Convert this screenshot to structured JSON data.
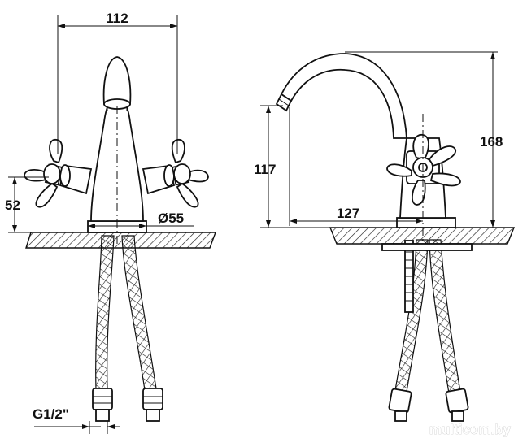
{
  "front_view": {
    "width_label": "112",
    "height_label": "52",
    "diameter_label": "Ø55",
    "thread_label": "G1/2\""
  },
  "side_view": {
    "spout_height_label": "117",
    "total_height_label": "168",
    "reach_label": "127"
  },
  "watermark": "multicom.by"
}
